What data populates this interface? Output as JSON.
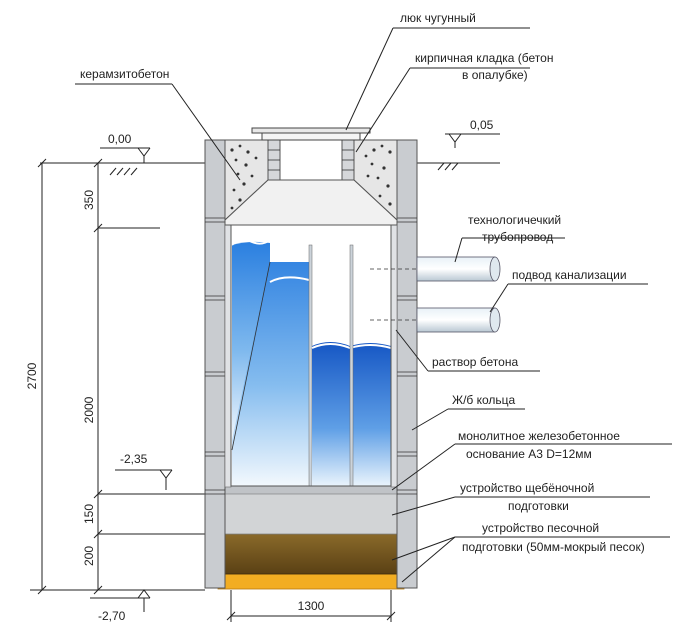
{
  "labels": {
    "cast_iron_hatch": "люк чугунный",
    "brickwork_line1": "кирпичная кладка (бетон",
    "brickwork_line2": "в опалубке)",
    "expanded_clay_concrete": "керамзитобетон",
    "process_pipeline_line1": "технологичечкий",
    "process_pipeline_line2": "трубопровод",
    "sewer_inlet": "подвод канализации",
    "concrete_mortar": "раствор бетона",
    "rc_rings": "Ж/б кольца",
    "monolithic_base_line1": "монолитное железобетонное",
    "monolithic_base_line2": "основание А3 D=12мм",
    "gravel_prep_line1": "устройство щебёночной",
    "gravel_prep_line2": "подготовки",
    "sand_prep_line1": "устройство песочной",
    "sand_prep_line2": "подготовки (50мм-мокрый песок)"
  },
  "dimensions": {
    "elev_zero": "0,00",
    "elev_plus": "0,05",
    "elev_bottom_inner": "-2,35",
    "elev_bottom": "-2,70",
    "total_height": "2700",
    "neck_height": "350",
    "chamber_height": "2000",
    "gravel_height": "150",
    "sand_height": "200",
    "width": "1300"
  },
  "colors": {
    "wall": "#c9ccd0",
    "wall_stroke": "#555555",
    "water_dark": "#1f6fd6",
    "water_light": "#d8ecfb",
    "gravel": "#d2d4d6",
    "soil": "#6b4f1c",
    "sand": "#f2ad22",
    "concrete_fill": "#e6e6e6"
  }
}
